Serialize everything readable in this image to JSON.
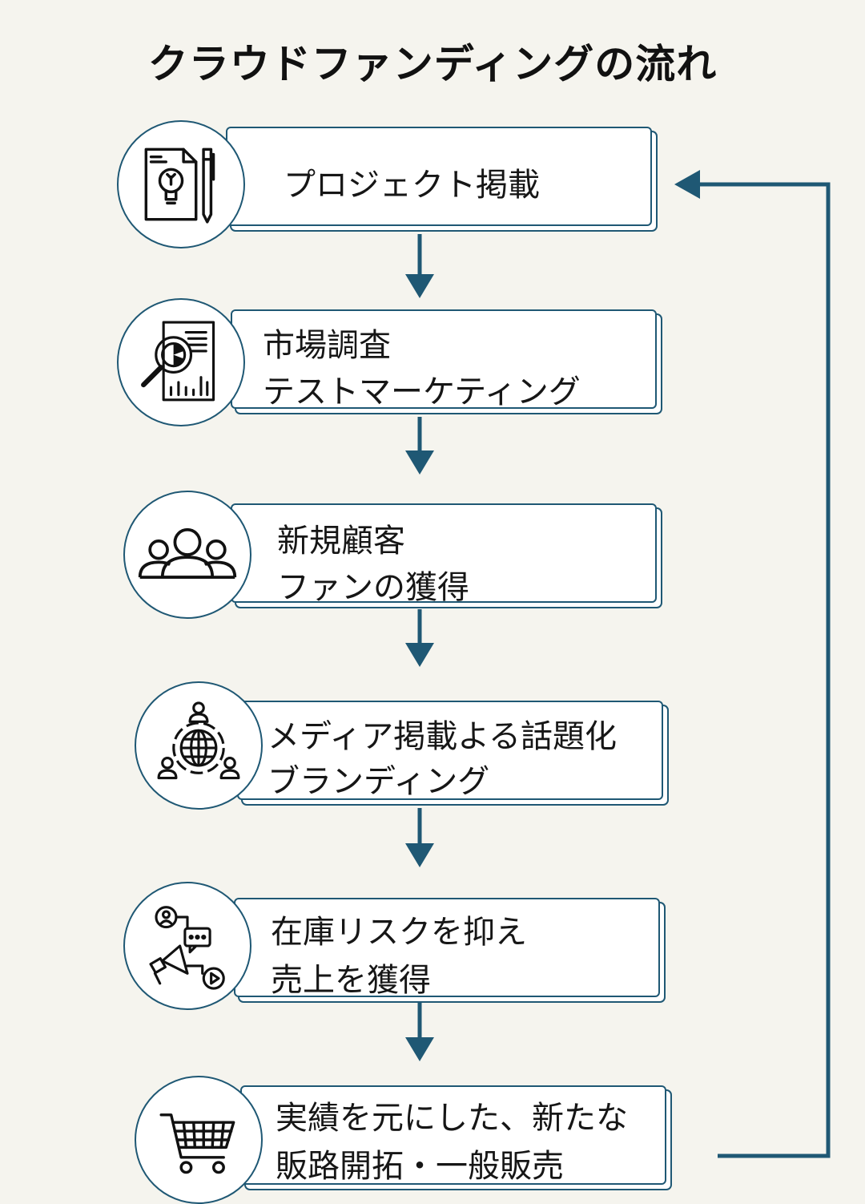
{
  "title": "クラウドファンディングの流れ",
  "steps": [
    {
      "icon": "idea-document-icon",
      "lines": [
        "プロジェクト掲載"
      ]
    },
    {
      "icon": "market-research-icon",
      "lines": [
        "市場調査",
        "テストマーケティング"
      ]
    },
    {
      "icon": "customer-group-icon",
      "lines": [
        "新規顧客",
        "ファンの獲得"
      ]
    },
    {
      "icon": "global-network-icon",
      "lines": [
        "メディア掲載よる話題化",
        "ブランディング"
      ]
    },
    {
      "icon": "social-promotion-icon",
      "lines": [
        "在庫リスクを抑え",
        "売上を獲得"
      ]
    },
    {
      "icon": "shopping-cart-icon",
      "lines": [
        "実績を元にした、新たな",
        "販路開拓・一般販売"
      ]
    }
  ],
  "colors": {
    "accent": "#1f5874",
    "background": "#f5f4ee",
    "card": "#ffffff"
  }
}
